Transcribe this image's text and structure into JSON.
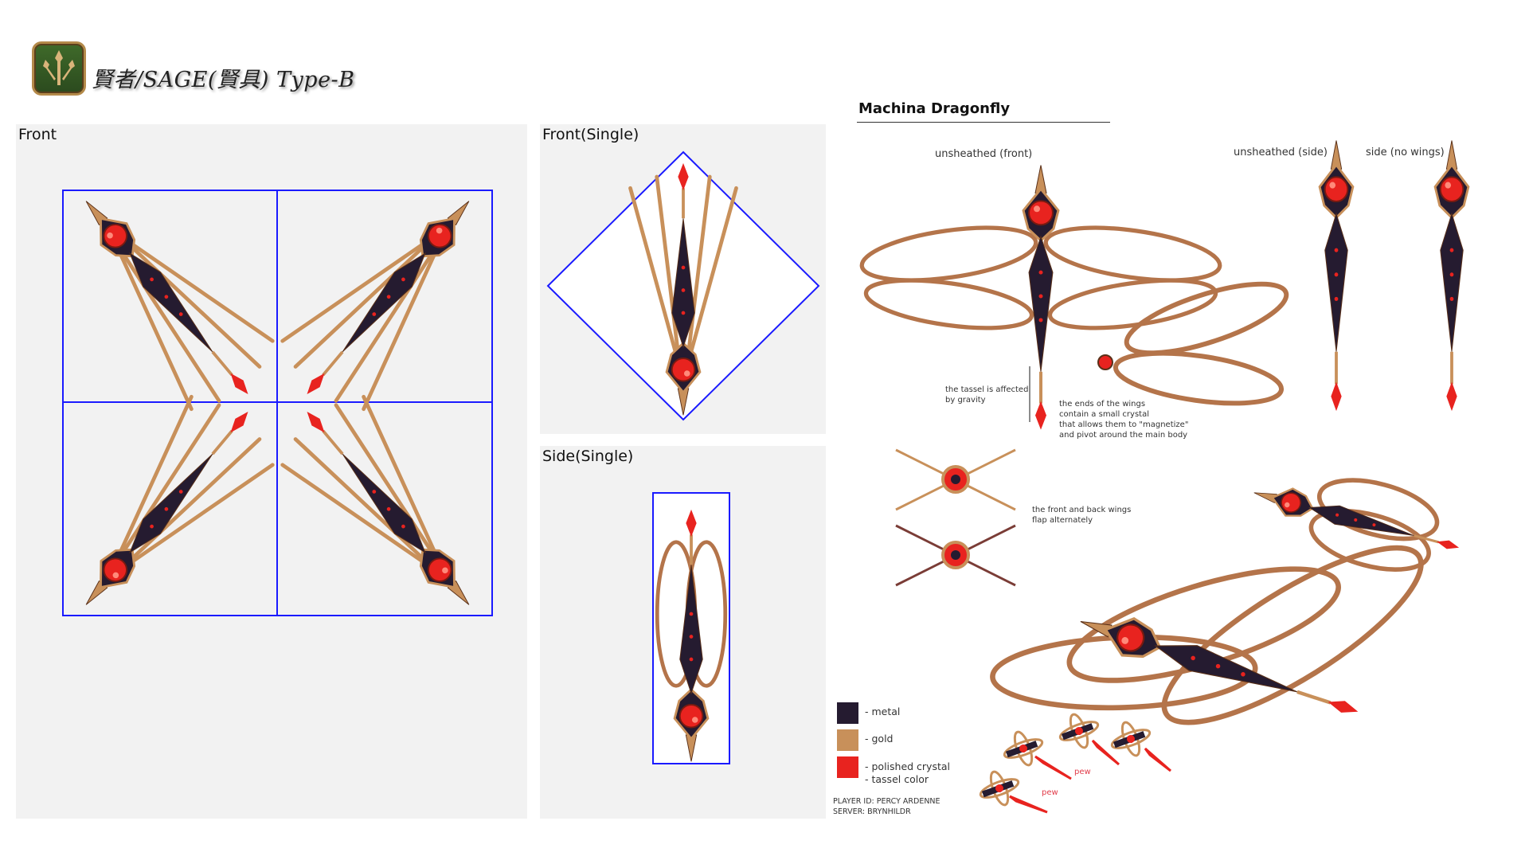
{
  "header": {
    "job_icon": "sage-job-icon",
    "title": "賢者/SAGE(賢具) Type-B"
  },
  "panels": {
    "front": "Front",
    "front_single": "Front(Single)",
    "side_single": "Side(Single)"
  },
  "sheet": {
    "title": "Machina Dragonfly",
    "labels": {
      "unsheathed_front": "unsheathed (front)",
      "unsheathed_side": "unsheathed (side)",
      "side_no_wings": "side (no wings)"
    },
    "notes": {
      "tassel": [
        "the tassel is affected",
        "by gravity"
      ],
      "wings_ends": [
        "the ends of the wings",
        "contain a small crystal",
        "that allows them to \"magnetize\"",
        "and pivot around the main body"
      ],
      "flap": [
        "the front and back wings",
        "flap alternately"
      ]
    },
    "pew": [
      "pew",
      "pew"
    ],
    "legend": [
      {
        "color": "#251b30",
        "label": "- metal"
      },
      {
        "color": "#c8905a",
        "label": "- gold"
      },
      {
        "color": "#e8231f",
        "label": "- polished crystal",
        "label2": "- tassel color"
      }
    ],
    "credits": {
      "player": "PLAYER ID: PERCY ARDENNE",
      "server": "SERVER: BRYNHILDR"
    }
  },
  "colors": {
    "metal": "#251b30",
    "gold": "#c8905a",
    "crystal": "#e8231f",
    "guide": "#1a1aff",
    "panel": "#f2f2f2"
  }
}
